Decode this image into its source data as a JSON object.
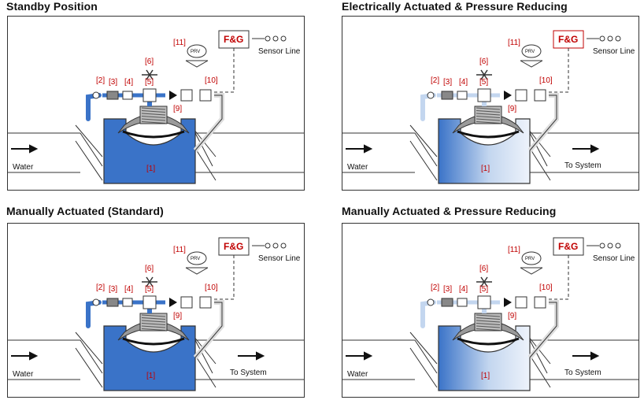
{
  "panels": [
    {
      "title": "Standby Position",
      "labels": {
        "p1": "[1]",
        "p2": "[2]",
        "p3": "[3]",
        "p4": "[4]",
        "p5": "[5]",
        "p6": "[6]",
        "p9": "[9]",
        "p10": "[10]",
        "p11": "[11]"
      },
      "fg": "F&G",
      "prv": "PRV",
      "sensor": "Sensor Line",
      "water": "Water",
      "system": ""
    },
    {
      "title": "Electrically Actuated & Pressure Reducing",
      "labels": {
        "p1": "[1]",
        "p2": "[2]",
        "p3": "[3]",
        "p4": "[4]",
        "p5": "[5]",
        "p6": "[6]",
        "p9": "[9]",
        "p10": "[10]",
        "p11": "[11]"
      },
      "fg": "F&G",
      "prv": "PRV",
      "sensor": "Sensor Line",
      "water": "Water",
      "system": "To System"
    },
    {
      "title": "Manually Actuated (Standard)",
      "labels": {
        "p1": "[1]",
        "p2": "[2]",
        "p3": "[3]",
        "p4": "[4]",
        "p5": "[5]",
        "p6": "[6]",
        "p9": "[9]",
        "p10": "[10]",
        "p11": "[11]"
      },
      "fg": "F&G",
      "prv": "PRV",
      "sensor": "Sensor Line",
      "water": "Water",
      "system": "To System"
    },
    {
      "title": "Manually Actuated & Pressure Reducing",
      "labels": {
        "p1": "[1]",
        "p2": "[2]",
        "p3": "[3]",
        "p4": "[4]",
        "p5": "[5]",
        "p6": "[6]",
        "p9": "[9]",
        "p10": "[10]",
        "p11": "[11]"
      },
      "fg": "F&G",
      "prv": "PRV",
      "sensor": "Sensor Line",
      "water": "Water",
      "system": "To System"
    }
  ],
  "colors": {
    "pressurized_blue": "#3a73c8",
    "light_blue": "#c3d6ef",
    "label_red": "#c00000",
    "outline": "#333333"
  }
}
